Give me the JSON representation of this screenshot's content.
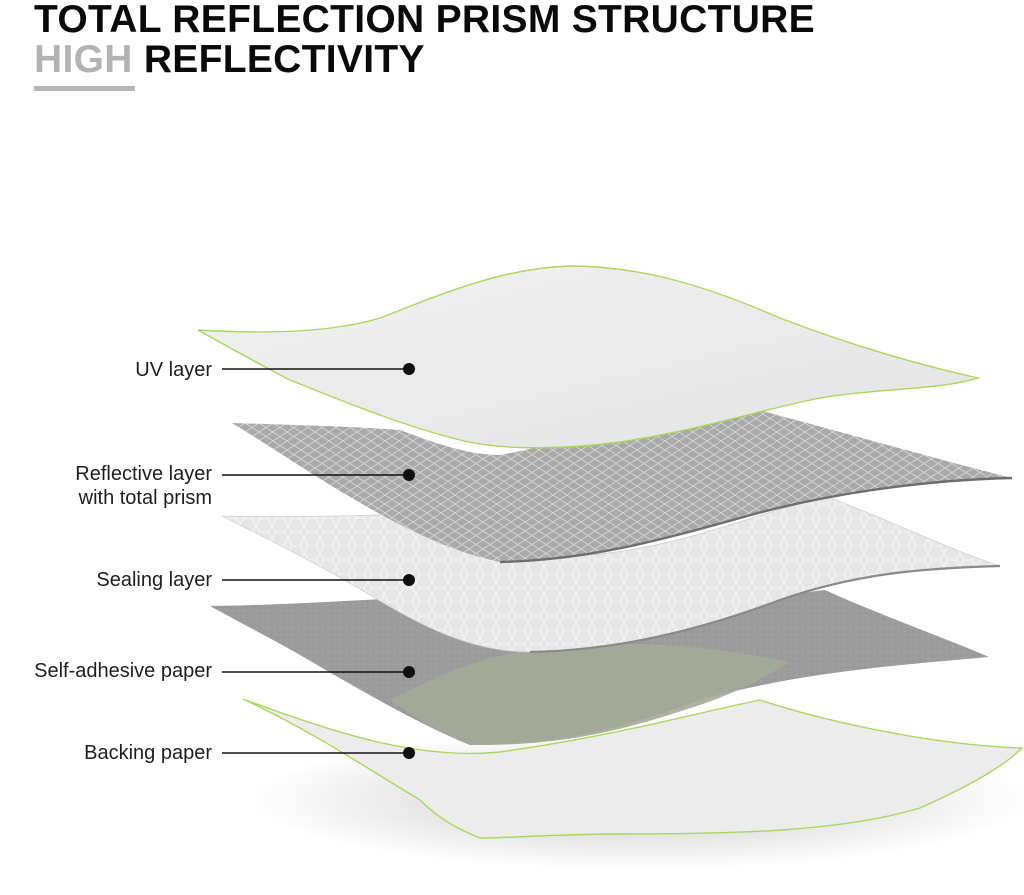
{
  "header": {
    "line1": "TOTAL REFLECTION PRISM STRUCTURE",
    "line2_accent": "HIGH",
    "line2_rest": "REFLECTIVITY"
  },
  "layers": [
    {
      "id": "uv",
      "label": "UV layer"
    },
    {
      "id": "reflective",
      "label_line1": "Reflective layer",
      "label_line2": "with total prism"
    },
    {
      "id": "sealing",
      "label": "Sealing layer"
    },
    {
      "id": "adhesive",
      "label": "Self-adhesive paper"
    },
    {
      "id": "backing",
      "label": "Backing paper"
    }
  ],
  "colors": {
    "title": "#0a0a0a",
    "title_accent": "#b3b3b3",
    "sheet_light": "#ececec",
    "sheet_edge_green": "#a8d85a",
    "reflective": "#a5a5a5",
    "sealing": "#e2e2e2",
    "adhesive": "#9a9a9a",
    "adhesive_overlap": "#a4ab98",
    "leader": "#111111"
  }
}
